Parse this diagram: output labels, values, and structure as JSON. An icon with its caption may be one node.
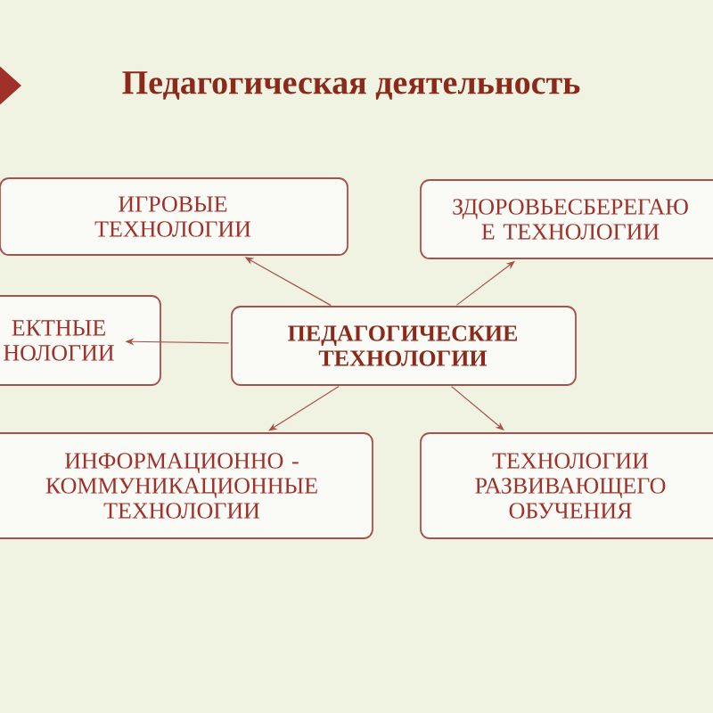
{
  "diagram": {
    "title": "Педагогическая деятельность",
    "nodes": [
      {
        "text": [
          "ИГРОВЫЕ ТЕХНОЛОГИИ"
        ]
      },
      {
        "text": [
          "ЗДОРОВЬЕСБЕРЕГАЮ Е ТЕХНОЛОГИИ"
        ]
      },
      {
        "text": [
          "ЕКТНЫЕ НОЛОГИИ"
        ]
      },
      {
        "text": [
          "ПЕДАГОГИЧЕСКИЕ ТЕХНОЛОГИИ"
        ]
      },
      {
        "text": [
          "ИНФОРМАЦИОННО - КОММУНИКАЦИОННЫЕ ТЕХНОЛОГИИ"
        ]
      },
      {
        "text": [
          "ТЕХНОЛОГИИ РАЗВИВАЮЩЕГО ОБУЧЕНИЯ"
        ]
      }
    ],
    "edges": [
      {
        "from": 3,
        "to": 0,
        "arrow": "to"
      },
      {
        "from": 3,
        "to": 1,
        "arrow": "to"
      },
      {
        "from": 3,
        "to": 2,
        "arrow": "to"
      },
      {
        "from": 3,
        "to": 4,
        "arrow": "to"
      },
      {
        "from": 3,
        "to": 5,
        "arrow": "to"
      }
    ]
  }
}
